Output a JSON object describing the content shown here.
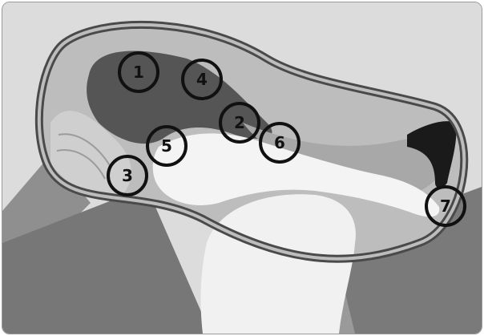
{
  "figure": {
    "markers": [
      {
        "label": "1"
      },
      {
        "label": "2"
      },
      {
        "label": "3"
      },
      {
        "label": "4"
      },
      {
        "label": "5"
      },
      {
        "label": "6"
      },
      {
        "label": "7"
      }
    ]
  },
  "colors": {
    "outline": "#4a4a4a",
    "tissue_dark": "#555555",
    "tissue_mid": "#8c8c8c",
    "tissue_light": "#c7c7c7",
    "bone": "#f4f4f4",
    "shadow": "#1a1a1a"
  }
}
